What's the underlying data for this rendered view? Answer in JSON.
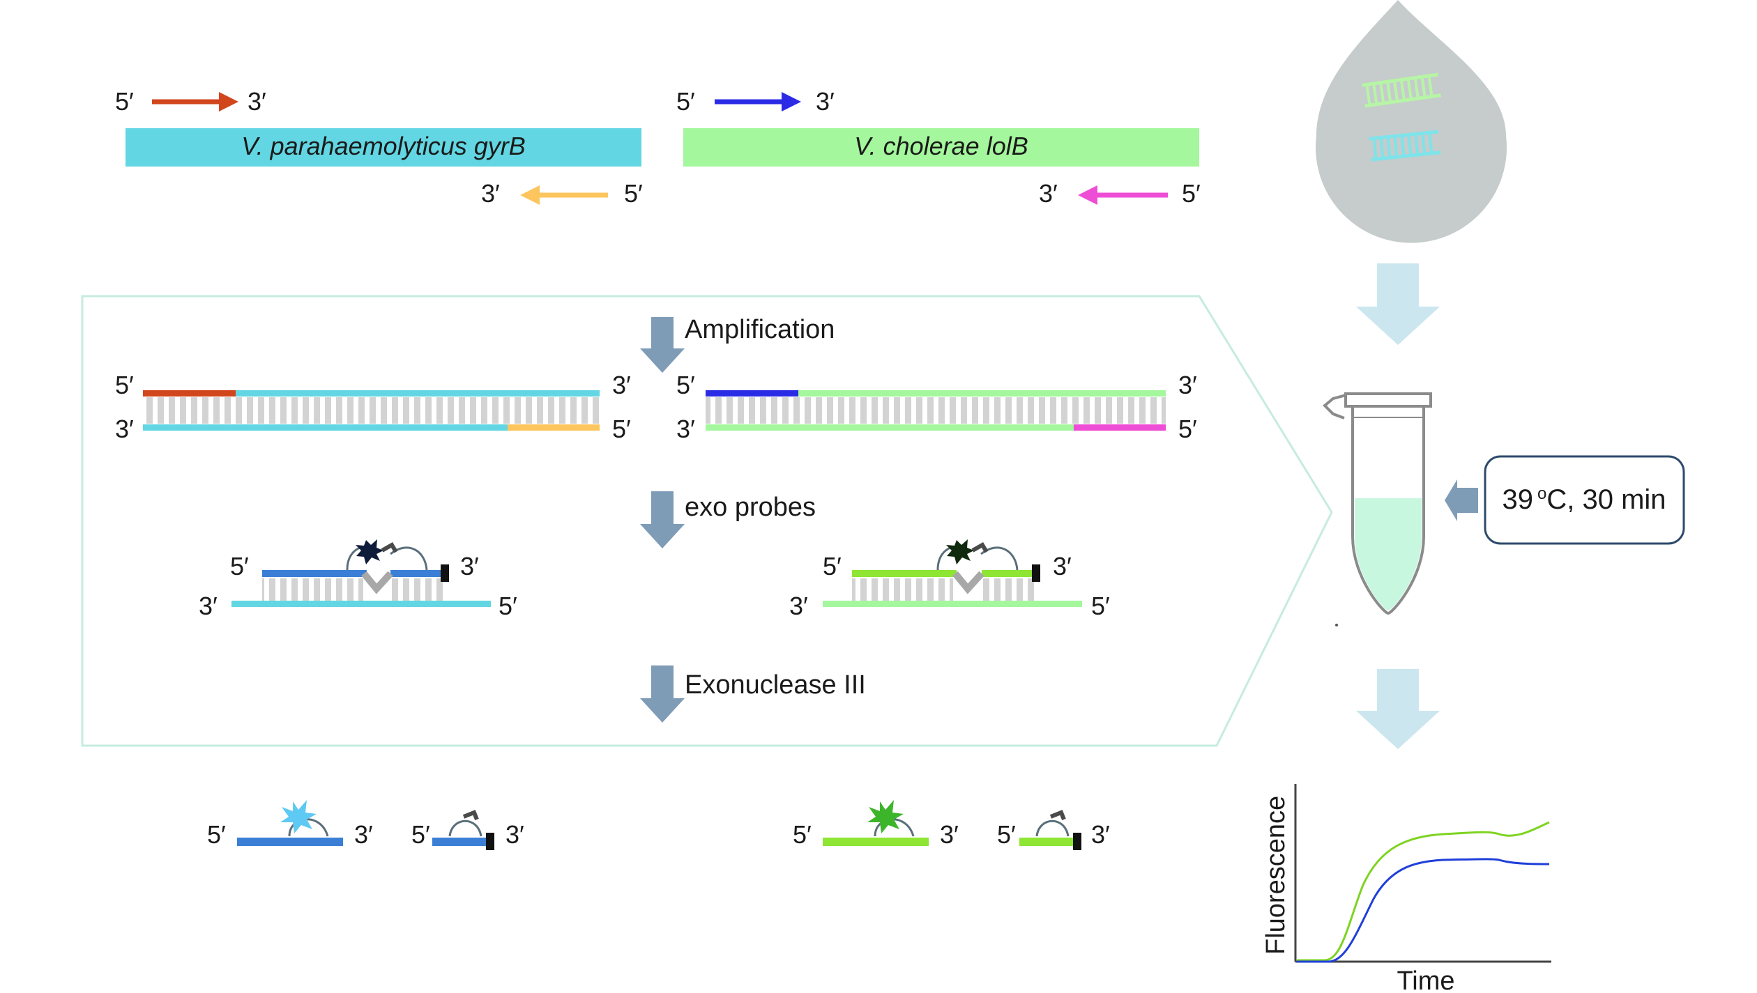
{
  "colors": {
    "vp_gene": "#62d6e2",
    "vc_gene": "#a4f79c",
    "vp_forward_primer": "#d1461c",
    "vp_reverse_primer": "#fdc55e",
    "vc_forward_primer": "#2b2be6",
    "vc_reverse_primer": "#ee4dd6",
    "vp_probe": "#3a7fd5",
    "vc_probe": "#8ee533",
    "fluor_signal_blue": "#5ec9f2",
    "fluor_signal_green": "#3db52a",
    "arrow": "#7f9cb7",
    "flow_arrow": "#cbe6ee",
    "drop": "#c5cccb",
    "tube_liquid": "#c7f7df",
    "panel_border": "#c6ecdd",
    "base_pairs": "#cfcfcf"
  },
  "primers": {
    "five_prime": "5′",
    "three_prime": "3′"
  },
  "genes": {
    "vp_label": "V. parahaemolyticus gyrB",
    "vc_label": "V. cholerae lolB"
  },
  "steps": {
    "amplification": "Amplification",
    "exo_probes": "exo probes",
    "exonuclease": "Exonuclease III"
  },
  "condition": {
    "text": "39 °C, 30 min",
    "temperature": "39",
    "degree_unit": "o",
    "rest": "C, 30 min"
  },
  "plot": {
    "y_label": "Fluorescence",
    "x_label": "Time",
    "green_line_color": "#7ed321",
    "blue_line_color": "#1f3fd9"
  },
  "icons": {
    "fluorophore": "starburst-icon",
    "quencher": "quencher-icon",
    "blocker": "black-block-icon",
    "tube": "microtube-icon",
    "droplet": "droplet-icon"
  }
}
